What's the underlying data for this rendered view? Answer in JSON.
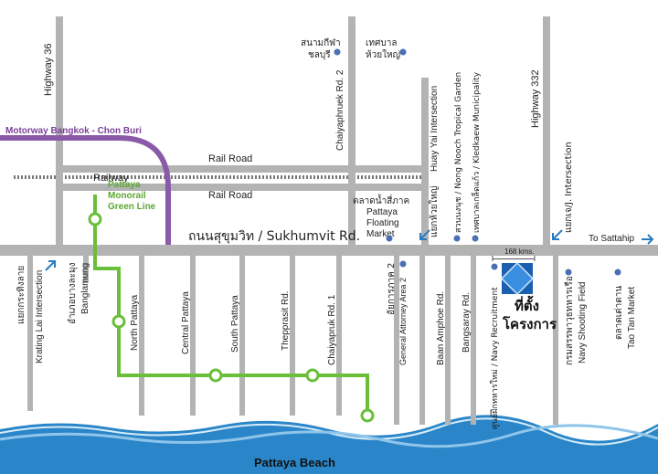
{
  "roads_vertical": {
    "highway36": "Highway 36",
    "chaiyaphruek2": "Chaiyaphruek Rd. 2",
    "huay_yai_intersection": "Huay Yai Intersection",
    "huay_yai_thai": "แยกห้วยใหญ่",
    "highway332": "Highway 332",
    "kraeng_intersection": "แยกเจ/J. Intersection",
    "nong_nooch": "สวนนงนุช / Nong Nooch Tropical Garden",
    "kledkaew": "เทศบาลเกล็ดแก้ว / Kledkaew Municipality"
  },
  "horizontal": {
    "motorway": "Motorway Bangkok - Chon Buri",
    "railroad_top": "Rail Road",
    "railway": "Railway",
    "railroad_bottom": "Rail Road",
    "sukhumvit": "ถนนสุขุมวิท / Sukhumvit Rd.",
    "to_sattahip": "To Sattahip"
  },
  "monorail": {
    "label_line1": "Pattaya",
    "label_line2": "Monorail",
    "label_line3": "Green Line"
  },
  "top_places": {
    "chonburi_stadium_line1": "สนามกีฬา",
    "chonburi_stadium_line2": "ชลบุรี",
    "huayyai_muni_line1": "เทศบาล",
    "huayyai_muni_line2": "ห้วยใหญ่",
    "floating_line1": "ตลาดน้ำสี่ภาค",
    "floating_line2": "Pattaya",
    "floating_line3": "Floating",
    "floating_line4": "Market"
  },
  "bottom_roads": {
    "krating_lai": "แยกกระทิงลาย",
    "krating_lai_en": "Krating Lai Intersection",
    "banglamung_thai": "อำเภอบางละมุง",
    "banglamung": "Banglamung",
    "north_pattaya": "North Pattaya",
    "central_pattaya": "Central Pattaya",
    "south_pattaya": "South Pattaya",
    "thepprasit": "Thepprasit Rd.",
    "chaiyapruk1": "Chaiyapruk Rd. 1",
    "attorney_thai": "อัยการภาค 2",
    "attorney": "General Attorney Area 2",
    "baan_amphoe": "Baan Amphoe Rd.",
    "bangsaray": "Bangsaray Rd.",
    "navy_recruit": "ศูนย์ฝึกทหารใหม่ / Navy Recruitment",
    "navy_shooting_thai": "กรมสรรพาวุธทหารเรือ",
    "navy_shooting": "Navy Shooting Field",
    "taotan_thai": "ตลาดเต่าตาน",
    "taotan": "Tao Tan Market"
  },
  "project": {
    "distance": "168 kms.",
    "label_line1": "ที่ตั้ง",
    "label_line2": "โครงการ"
  },
  "beach": "Pattaya Beach",
  "colors": {
    "road": "#b3b3b3",
    "motorway": "#8a5aa8",
    "monorail": "#6abf3a",
    "marker": "#4a6fb5",
    "arrow": "#2a7ac0",
    "sea": "#2a86c8",
    "project": "#1a5fb0"
  }
}
